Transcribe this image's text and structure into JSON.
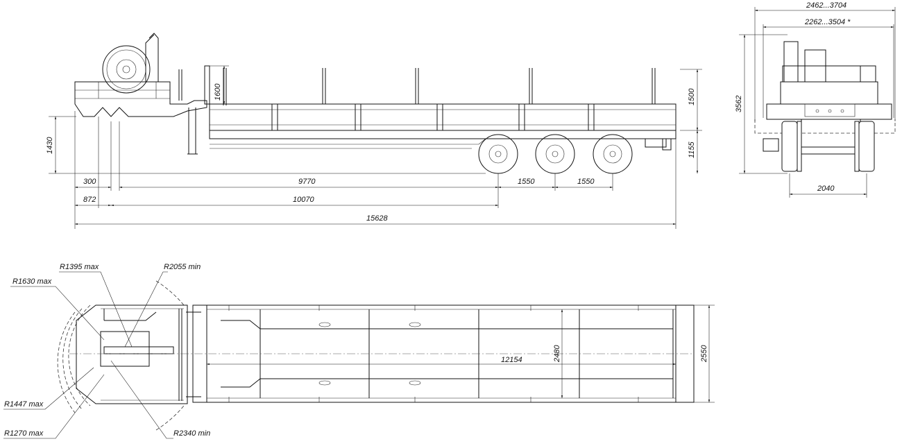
{
  "side_view": {
    "dims": {
      "front_overhang": "300",
      "deck_to_axle1": "9770",
      "axle_spacing_1": "1550",
      "axle_spacing_2": "1550",
      "kingpin_offset": "872",
      "kingpin_to_axle1": "10070",
      "overall_length": "15628",
      "coupling_height": "1430",
      "platform_height": "1155",
      "side_height": "1500",
      "front_board_height": "1600"
    }
  },
  "rear_view": {
    "dims": {
      "overall_width": "2462...3704",
      "extended_width": "2262...3504 *",
      "overall_height": "3562",
      "track_width": "2040"
    }
  },
  "top_view": {
    "dims": {
      "r1395": "R1395 max",
      "r2055": "R2055 min",
      "r1630": "R1630 max",
      "r1447": "R1447 max",
      "r1270": "R1270 max",
      "r2340": "R2340 min",
      "platform_length": "12154",
      "inner_width": "2480",
      "overall_width": "2550"
    }
  }
}
